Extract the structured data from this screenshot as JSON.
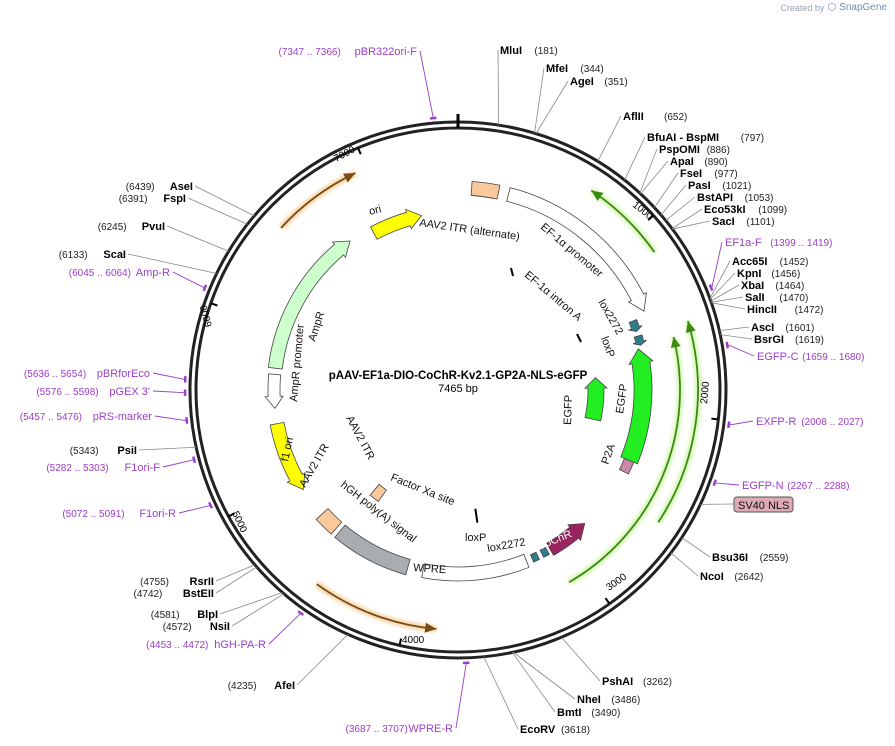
{
  "brand": {
    "created_by": "Created by",
    "app": "SnapGene"
  },
  "plasmid": {
    "name": "pAAV-EF1a-DIO-CoChR-Kv2.1-GP2A-NLS-eGFP",
    "length_label": "7465 bp"
  },
  "ticks": [
    "1000",
    "2000",
    "3000",
    "4000",
    "5000",
    "6000",
    "7000"
  ],
  "enzymes": [
    {
      "name": "MluI",
      "pos": "(181)"
    },
    {
      "name": "MfeI",
      "pos": "(344)"
    },
    {
      "name": "AgeI",
      "pos": "(351)"
    },
    {
      "name": "AflII",
      "pos": "(652)"
    },
    {
      "name": "BfuAI - BspMI",
      "pos": "(797)"
    },
    {
      "name": "PspOMI",
      "pos": "(886)"
    },
    {
      "name": "ApaI",
      "pos": "(890)"
    },
    {
      "name": "FseI",
      "pos": "(977)"
    },
    {
      "name": "PasI",
      "pos": "(1021)"
    },
    {
      "name": "BstAPI",
      "pos": "(1053)"
    },
    {
      "name": "Eco53kI",
      "pos": "(1099)"
    },
    {
      "name": "SacI",
      "pos": "(1101)"
    },
    {
      "name": "Acc65I",
      "pos": "(1452)"
    },
    {
      "name": "KpnI",
      "pos": "(1456)"
    },
    {
      "name": "XbaI",
      "pos": "(1464)"
    },
    {
      "name": "SalI",
      "pos": "(1470)"
    },
    {
      "name": "HincII",
      "pos": "(1472)"
    },
    {
      "name": "AscI",
      "pos": "(1601)"
    },
    {
      "name": "BsrGI",
      "pos": "(1619)"
    },
    {
      "name": "Bsu36I",
      "pos": "(2559)"
    },
    {
      "name": "NcoI",
      "pos": "(2642)"
    },
    {
      "name": "PshAI",
      "pos": "(3262)"
    },
    {
      "name": "NheI",
      "pos": "(3486)"
    },
    {
      "name": "BmtI",
      "pos": "(3490)"
    },
    {
      "name": "EcoRV",
      "pos": "(3618)"
    },
    {
      "name": "AfeI",
      "pos": "(4235)"
    },
    {
      "name": "NsiI",
      "pos": "(4572)"
    },
    {
      "name": "BlpI",
      "pos": "(4581)"
    },
    {
      "name": "BstEII",
      "pos": "(4742)"
    },
    {
      "name": "RsrII",
      "pos": "(4755)"
    },
    {
      "name": "PsiI",
      "pos": "(5343)"
    },
    {
      "name": "ScaI",
      "pos": "(6133)"
    },
    {
      "name": "PvuI",
      "pos": "(6245)"
    },
    {
      "name": "FspI",
      "pos": "(6391)"
    },
    {
      "name": "AseI",
      "pos": "(6439)"
    }
  ],
  "primers": [
    {
      "name": "pBR322ori-F",
      "pos": "(7347 .. 7366)"
    },
    {
      "name": "EF1a-F",
      "pos": "(1399 .. 1419)"
    },
    {
      "name": "EGFP-C",
      "pos": "(1659 .. 1680)"
    },
    {
      "name": "EXFP-R",
      "pos": "(2008 .. 2027)"
    },
    {
      "name": "EGFP-N",
      "pos": "(2267 .. 2288)"
    },
    {
      "name": "WPRE-R",
      "pos": "(3687 .. 3707)"
    },
    {
      "name": "hGH-PA-R",
      "pos": "(4453 .. 4472)"
    },
    {
      "name": "F1ori-R",
      "pos": "(5072 .. 5091)"
    },
    {
      "name": "F1ori-F",
      "pos": "(5282 .. 5303)"
    },
    {
      "name": "pRS-marker",
      "pos": "(5457 .. 5476)"
    },
    {
      "name": "pGEX 3'",
      "pos": "(5576 .. 5598)"
    },
    {
      "name": "pBRforEco",
      "pos": "(5636 .. 5654)"
    },
    {
      "name": "Amp-R",
      "pos": "(6045 .. 6064)"
    }
  ],
  "features": {
    "ori": "ori",
    "itr_alt": "AAV2 ITR (alternate)",
    "ef1a_promoter": "EF-1α promoter",
    "ef1a_intron": "EF-1α intron A",
    "lox2272_a": "lox2272",
    "loxp_a": "loxP",
    "egfp_outer": "EGFP",
    "egfp_inner": "EGFP",
    "p2a": "P2A",
    "sv40_nls": "SV40 NLS",
    "cochr": "CoChR",
    "lox2272_b": "lox2272",
    "loxp_b": "loxP",
    "wpre": "WPRE",
    "factor_xa": "Factor Xa site",
    "hgh_polya": "hGH poly(A) signal",
    "aav2_itr_a": "AAV2 ITR",
    "aav2_itr_b": "AAV2 ITR",
    "f1_ori": "f1 ori",
    "ampr_promoter": "AmpR promoter",
    "ampr": "AmpR"
  },
  "colors": {
    "ori": "#ffff00",
    "itr": "#f9c89b",
    "egfp": "#22ee22",
    "cochr": "#99245e",
    "lox": "#2e7f8c",
    "p2a": "#cc88aa",
    "sv40": "#ddaab8",
    "ampr": "#ccffcc",
    "hgh": "#a8adb2",
    "orf_orange": "#e8a850",
    "orf_green": "#aaee66",
    "primer": "#9b3ec8"
  }
}
